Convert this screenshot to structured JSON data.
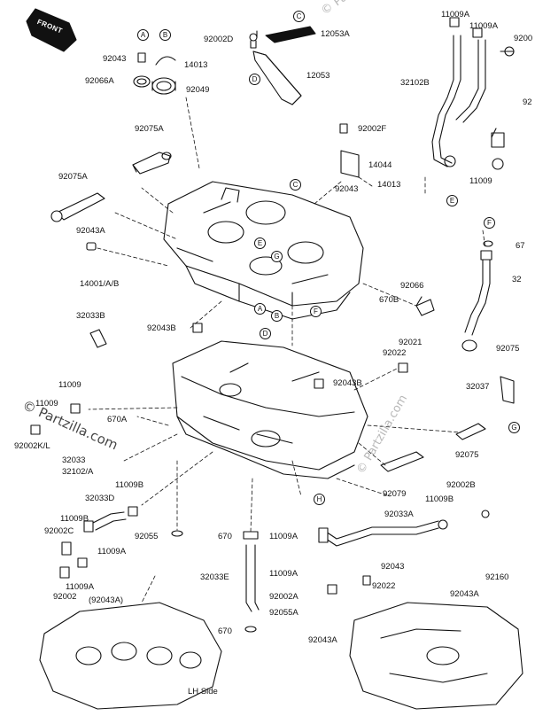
{
  "front_badge": "FRONT",
  "watermarks": [
    "© Partzilla.com",
    "© Partzilla.com",
    "© Partzilla.com"
  ],
  "side_label": "LH Side",
  "callouts": [
    "A",
    "B",
    "C",
    "D",
    "E",
    "F",
    "G",
    "H"
  ],
  "labels": {
    "l92043_top": "92043",
    "l14013_top": "14013",
    "l92066A": "92066A",
    "l92049": "92049",
    "l92002D": "92002D",
    "l12053A": "12053A",
    "l12053": "12053",
    "l11009A_a": "11009A",
    "l11009A_b": "11009A",
    "l9200_tr": "9200",
    "l32102B": "32102B",
    "l92_r": "92",
    "l92075A_a": "92075A",
    "l92002F": "92002F",
    "l14044": "14044",
    "l92043_mid": "92043",
    "l14013_mid": "14013",
    "l11009_r": "11009",
    "l92075A_b": "92075A",
    "l92043A_a": "92043A",
    "l67_r": "67",
    "l14001": "14001/A/B",
    "l32_r": "32",
    "l92066_mid": "92066",
    "l670B": "670B",
    "l32033B": "32033B",
    "l92043B_a": "92043B",
    "l92021": "92021",
    "l92075_r": "92075",
    "l92022": "92022",
    "l92043B_b": "92043B",
    "l32037": "32037",
    "l11009_l": "11009",
    "l11009_l2": "11009",
    "l670A": "670A",
    "l92002KL": "92002K/L",
    "l32033": "32033",
    "l32102A": "32102/A",
    "l11009B_a": "11009B",
    "l92075_mid": "92075",
    "l92002B": "92002B",
    "l92079": "92079",
    "l11009B_b": "11009B",
    "l32033D": "32033D",
    "l92033A": "92033A",
    "l11009B_c": "11009B",
    "l92002C": "92002C",
    "l92055": "92055",
    "l670": "670",
    "l11009A_c": "11009A",
    "l11009A_d": "11009A",
    "l92043": "92043",
    "l92160": "92160",
    "l32033E": "32033E",
    "l11009A_e": "11009A",
    "l92002A": "92002A",
    "l11009A_f": "11009A",
    "l92002": "92002",
    "l92022b": "92022",
    "l92043A_b": "(92043A)",
    "l92055A": "92055A",
    "l670b": "670",
    "l92043A_c": "92043A",
    "l92043A_d": "92043A"
  },
  "colors": {
    "ink": "#111111",
    "paper": "#ffffff",
    "watermark": "#333333"
  }
}
